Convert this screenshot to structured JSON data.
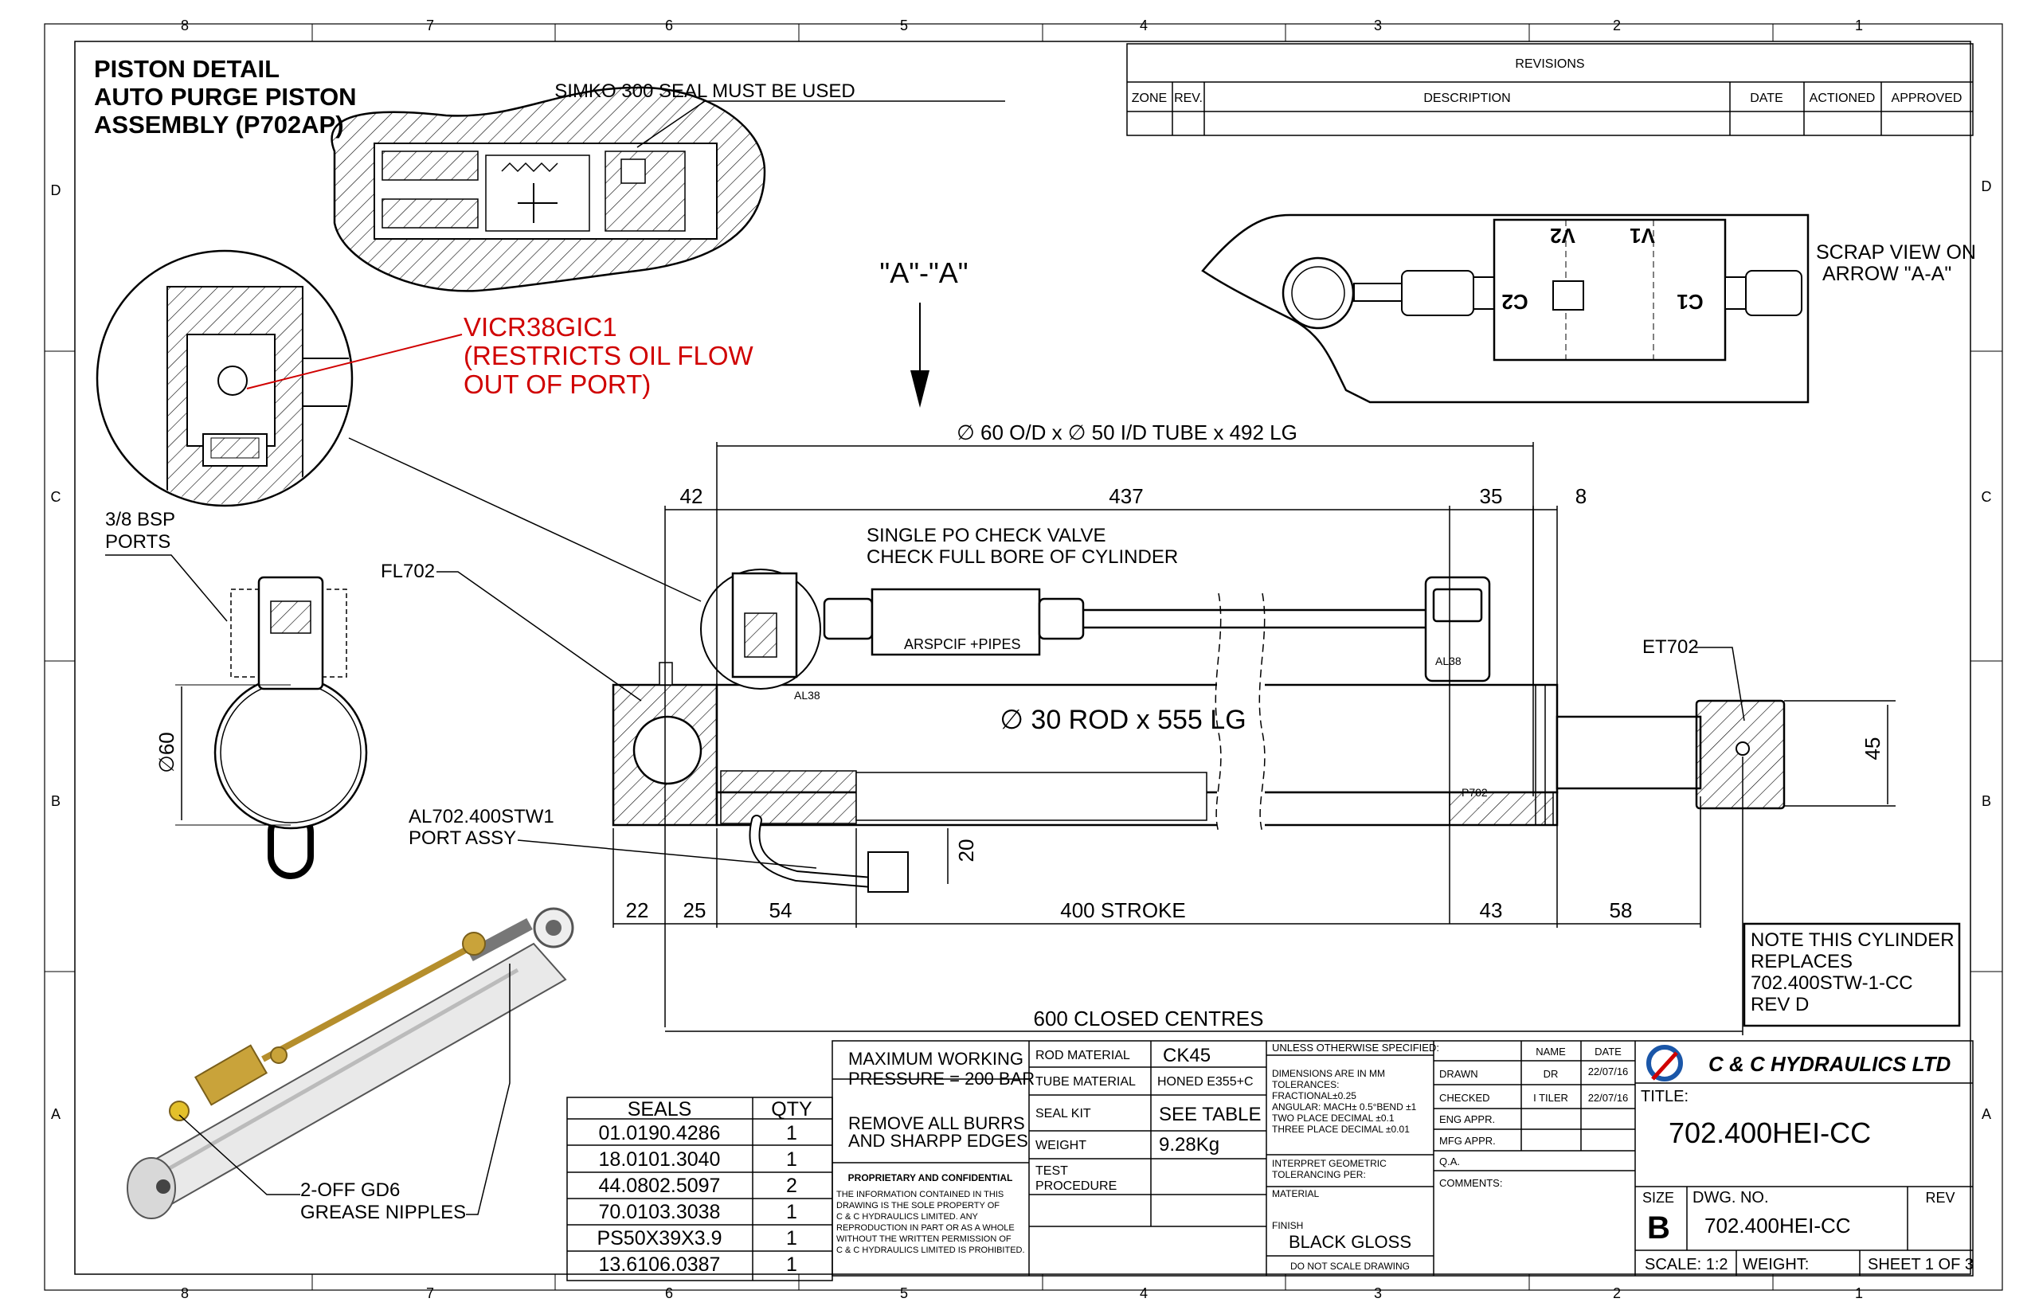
{
  "sheet": {
    "zones_top": [
      "8",
      "7",
      "6",
      "5",
      "4",
      "3",
      "2",
      "1"
    ],
    "zones_side": [
      "D",
      "C",
      "B",
      "A"
    ]
  },
  "detail_title": [
    "PISTON DETAIL",
    "AUTO PURGE PISTON",
    "ASSEMBLY (P702AP)"
  ],
  "notes": {
    "seal_note": "SIMKO 300 SEAL MUST BE USED",
    "valve_callout": [
      "VICR38GIC1",
      "(RESTRICTS OIL FLOW",
      "OUT OF PORT)"
    ],
    "section_label": "\"A\"-\"A\"",
    "scrap_view": [
      "SCRAP VIEW ON",
      "ARROW \"A-A\""
    ],
    "tube": "∅ 60 O/D x  ∅  50 I/D TUBE x 492 LG",
    "check_valve": [
      "SINGLE PO CHECK VALVE",
      "CHECK FULL BORE OF CYLINDER"
    ],
    "pipes": "ARSPCIF +PIPES",
    "rod": "∅  30 ROD x 555 LG",
    "bsp_ports": [
      "3/8 BSP",
      "PORTS"
    ],
    "fl702": "FL702",
    "et702": "ET702",
    "port_assy": [
      "AL702.400STW1",
      "PORT ASSY"
    ],
    "nipples": [
      "2-OFF GD6",
      "GREASE NIPPLES"
    ],
    "replaces": [
      "NOTE THIS CYLINDER",
      "REPLACES",
      "702.400STW-1-CC",
      "REV D"
    ],
    "al38": "AL38",
    "p702": "P702",
    "valve_labels": [
      "V2",
      "V1",
      "C2",
      "C1"
    ]
  },
  "dimensions": {
    "top": [
      "42",
      "437",
      "35",
      "8"
    ],
    "bottom": [
      "22",
      "25",
      "54",
      "400 STROKE",
      "43",
      "58"
    ],
    "closed": "600 CLOSED CENTRES",
    "dia60": "∅60",
    "d45": "45",
    "d20": "20"
  },
  "revisions": {
    "title": "REVISIONS",
    "columns": [
      "ZONE",
      "REV.",
      "DESCRIPTION",
      "DATE",
      "ACTIONED",
      "APPROVED"
    ]
  },
  "seals": {
    "headers": [
      "SEALS",
      "QTY"
    ],
    "rows": [
      [
        "01.0190.4286",
        "1"
      ],
      [
        "18.0101.3040",
        "1"
      ],
      [
        "44.0802.5097",
        "2"
      ],
      [
        "70.0103.3038",
        "1"
      ],
      [
        "PS50X39X3.9",
        "1"
      ],
      [
        "13.6106.0387",
        "1"
      ]
    ]
  },
  "title_block": {
    "pressure": [
      "MAXIMUM WORKING",
      "PRESSURE = 200 BAR"
    ],
    "burrs": [
      "REMOVE ALL BURRS",
      "AND SHARPP EDGES"
    ],
    "proprietary_title": "PROPRIETARY AND CONFIDENTIAL",
    "proprietary_text": [
      "THE INFORMATION CONTAINED IN THIS",
      "DRAWING IS THE SOLE PROPERTY OF",
      "C & C HYDRAULICS LIMITED. ANY",
      "REPRODUCTION IN PART OR AS A WHOLE",
      "WITHOUT THE WRITTEN PERMISSION OF",
      "C & C HYDRAULICS LIMITED IS PROHIBITED."
    ],
    "rod_material_label": "ROD MATERIAL",
    "rod_material": "CK45",
    "tube_material_label": "TUBE MATERIAL",
    "tube_material": "HONED  E355+C",
    "seal_kit_label": "SEAL KIT",
    "seal_kit": "SEE TABLE",
    "weight_label": "WEIGHT",
    "weight": "9.28Kg",
    "test_label": [
      "TEST",
      "PROCEDURE"
    ],
    "unless": "UNLESS OTHERWISE SPECIFIED:",
    "tolerances": [
      "DIMENSIONS ARE IN MM",
      "TOLERANCES:",
      "FRACTIONAL±0.25",
      "ANGULAR: MACH±  0.5°BEND ±1",
      "TWO PLACE DECIMAL    ±0.1",
      "THREE PLACE DECIMAL  ±0.01"
    ],
    "interpret": [
      "INTERPRET GEOMETRIC",
      "TOLERANCING PER:"
    ],
    "material_label": "MATERIAL",
    "finish_label": "FINISH",
    "finish": "BLACK GLOSS",
    "do_not_scale": "DO NOT SCALE DRAWING",
    "name_label": "NAME",
    "date_label": "DATE",
    "drawn_label": "DRAWN",
    "drawn_name": "DR",
    "drawn_date": "22/07/16",
    "checked_label": "CHECKED",
    "checked_name": "I TILER",
    "checked_date": "22/07/16",
    "eng_label": "ENG APPR.",
    "mfg_label": "MFG APPR.",
    "qa_label": "Q.A.",
    "comments_label": "COMMENTS:",
    "company": "C & C HYDRAULICS LTD",
    "title_label": "TITLE:",
    "title": "702.400HEI-CC",
    "size_label": "SIZE",
    "size": "B",
    "dwg_label": "DWG.  NO.",
    "dwg_no": "702.400HEI-CC",
    "rev_label": "REV",
    "scale": "SCALE: 1:2",
    "weight2": "WEIGHT:",
    "sheet": "SHEET 1 OF 3"
  }
}
